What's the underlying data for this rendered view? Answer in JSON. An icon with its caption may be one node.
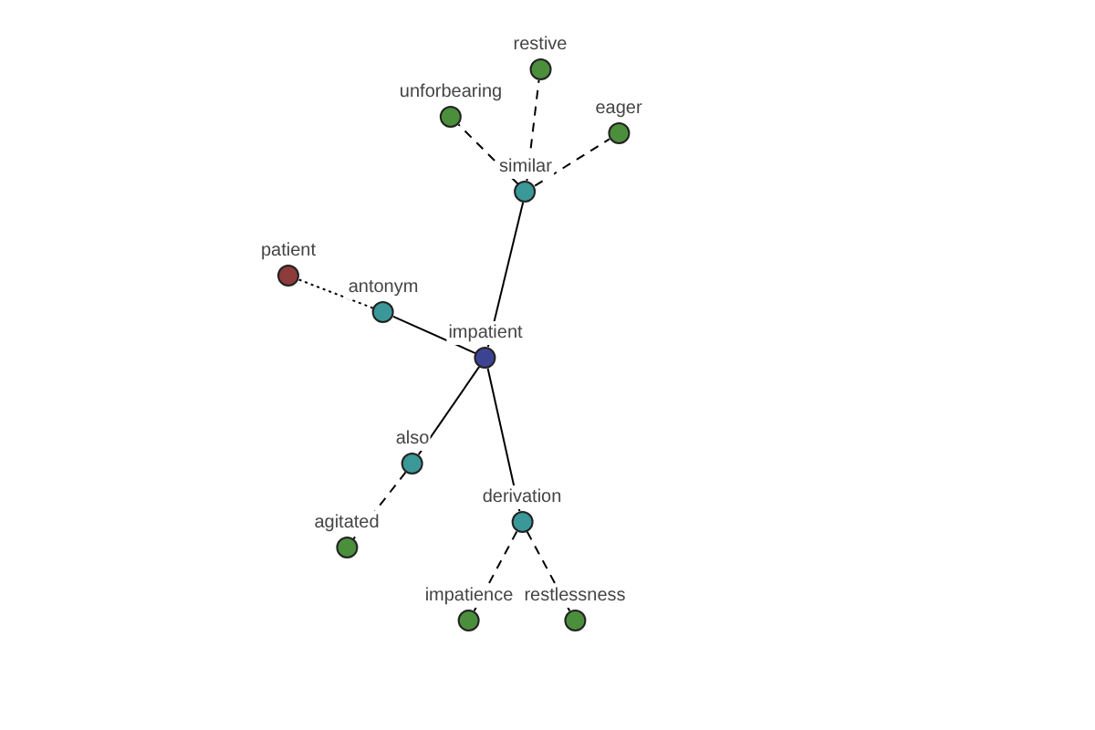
{
  "diagram": {
    "nodes": [
      {
        "text": [
          "impatient"
        ]
      },
      {
        "text": [
          "similar"
        ]
      },
      {
        "text": [
          "unforbearing"
        ]
      },
      {
        "text": [
          "restive"
        ]
      },
      {
        "text": [
          "eager"
        ]
      },
      {
        "text": [
          "antonym"
        ]
      },
      {
        "text": [
          "patient"
        ]
      },
      {
        "text": [
          "also"
        ]
      },
      {
        "text": [
          "agitated"
        ]
      },
      {
        "text": [
          "derivation"
        ]
      },
      {
        "text": [
          "impatience"
        ]
      },
      {
        "text": [
          "restlessness"
        ]
      }
    ],
    "edges": [
      {
        "from": 0,
        "to": 1,
        "arrow": "none"
      },
      {
        "from": 1,
        "to": 2,
        "arrow": "none",
        "style": "dashed"
      },
      {
        "from": 1,
        "to": 3,
        "arrow": "none",
        "style": "dashed"
      },
      {
        "from": 1,
        "to": 4,
        "arrow": "none",
        "style": "dashed"
      },
      {
        "from": 0,
        "to": 5,
        "arrow": "none"
      },
      {
        "from": 5,
        "to": 6,
        "arrow": "none",
        "style": "dashed"
      },
      {
        "from": 0,
        "to": 7,
        "arrow": "none"
      },
      {
        "from": 7,
        "to": 8,
        "arrow": "none",
        "style": "dashed"
      },
      {
        "from": 0,
        "to": 9,
        "arrow": "none"
      },
      {
        "from": 9,
        "to": 10,
        "arrow": "none",
        "style": "dashed"
      },
      {
        "from": 9,
        "to": 11,
        "arrow": "none",
        "style": "dashed"
      }
    ]
  }
}
